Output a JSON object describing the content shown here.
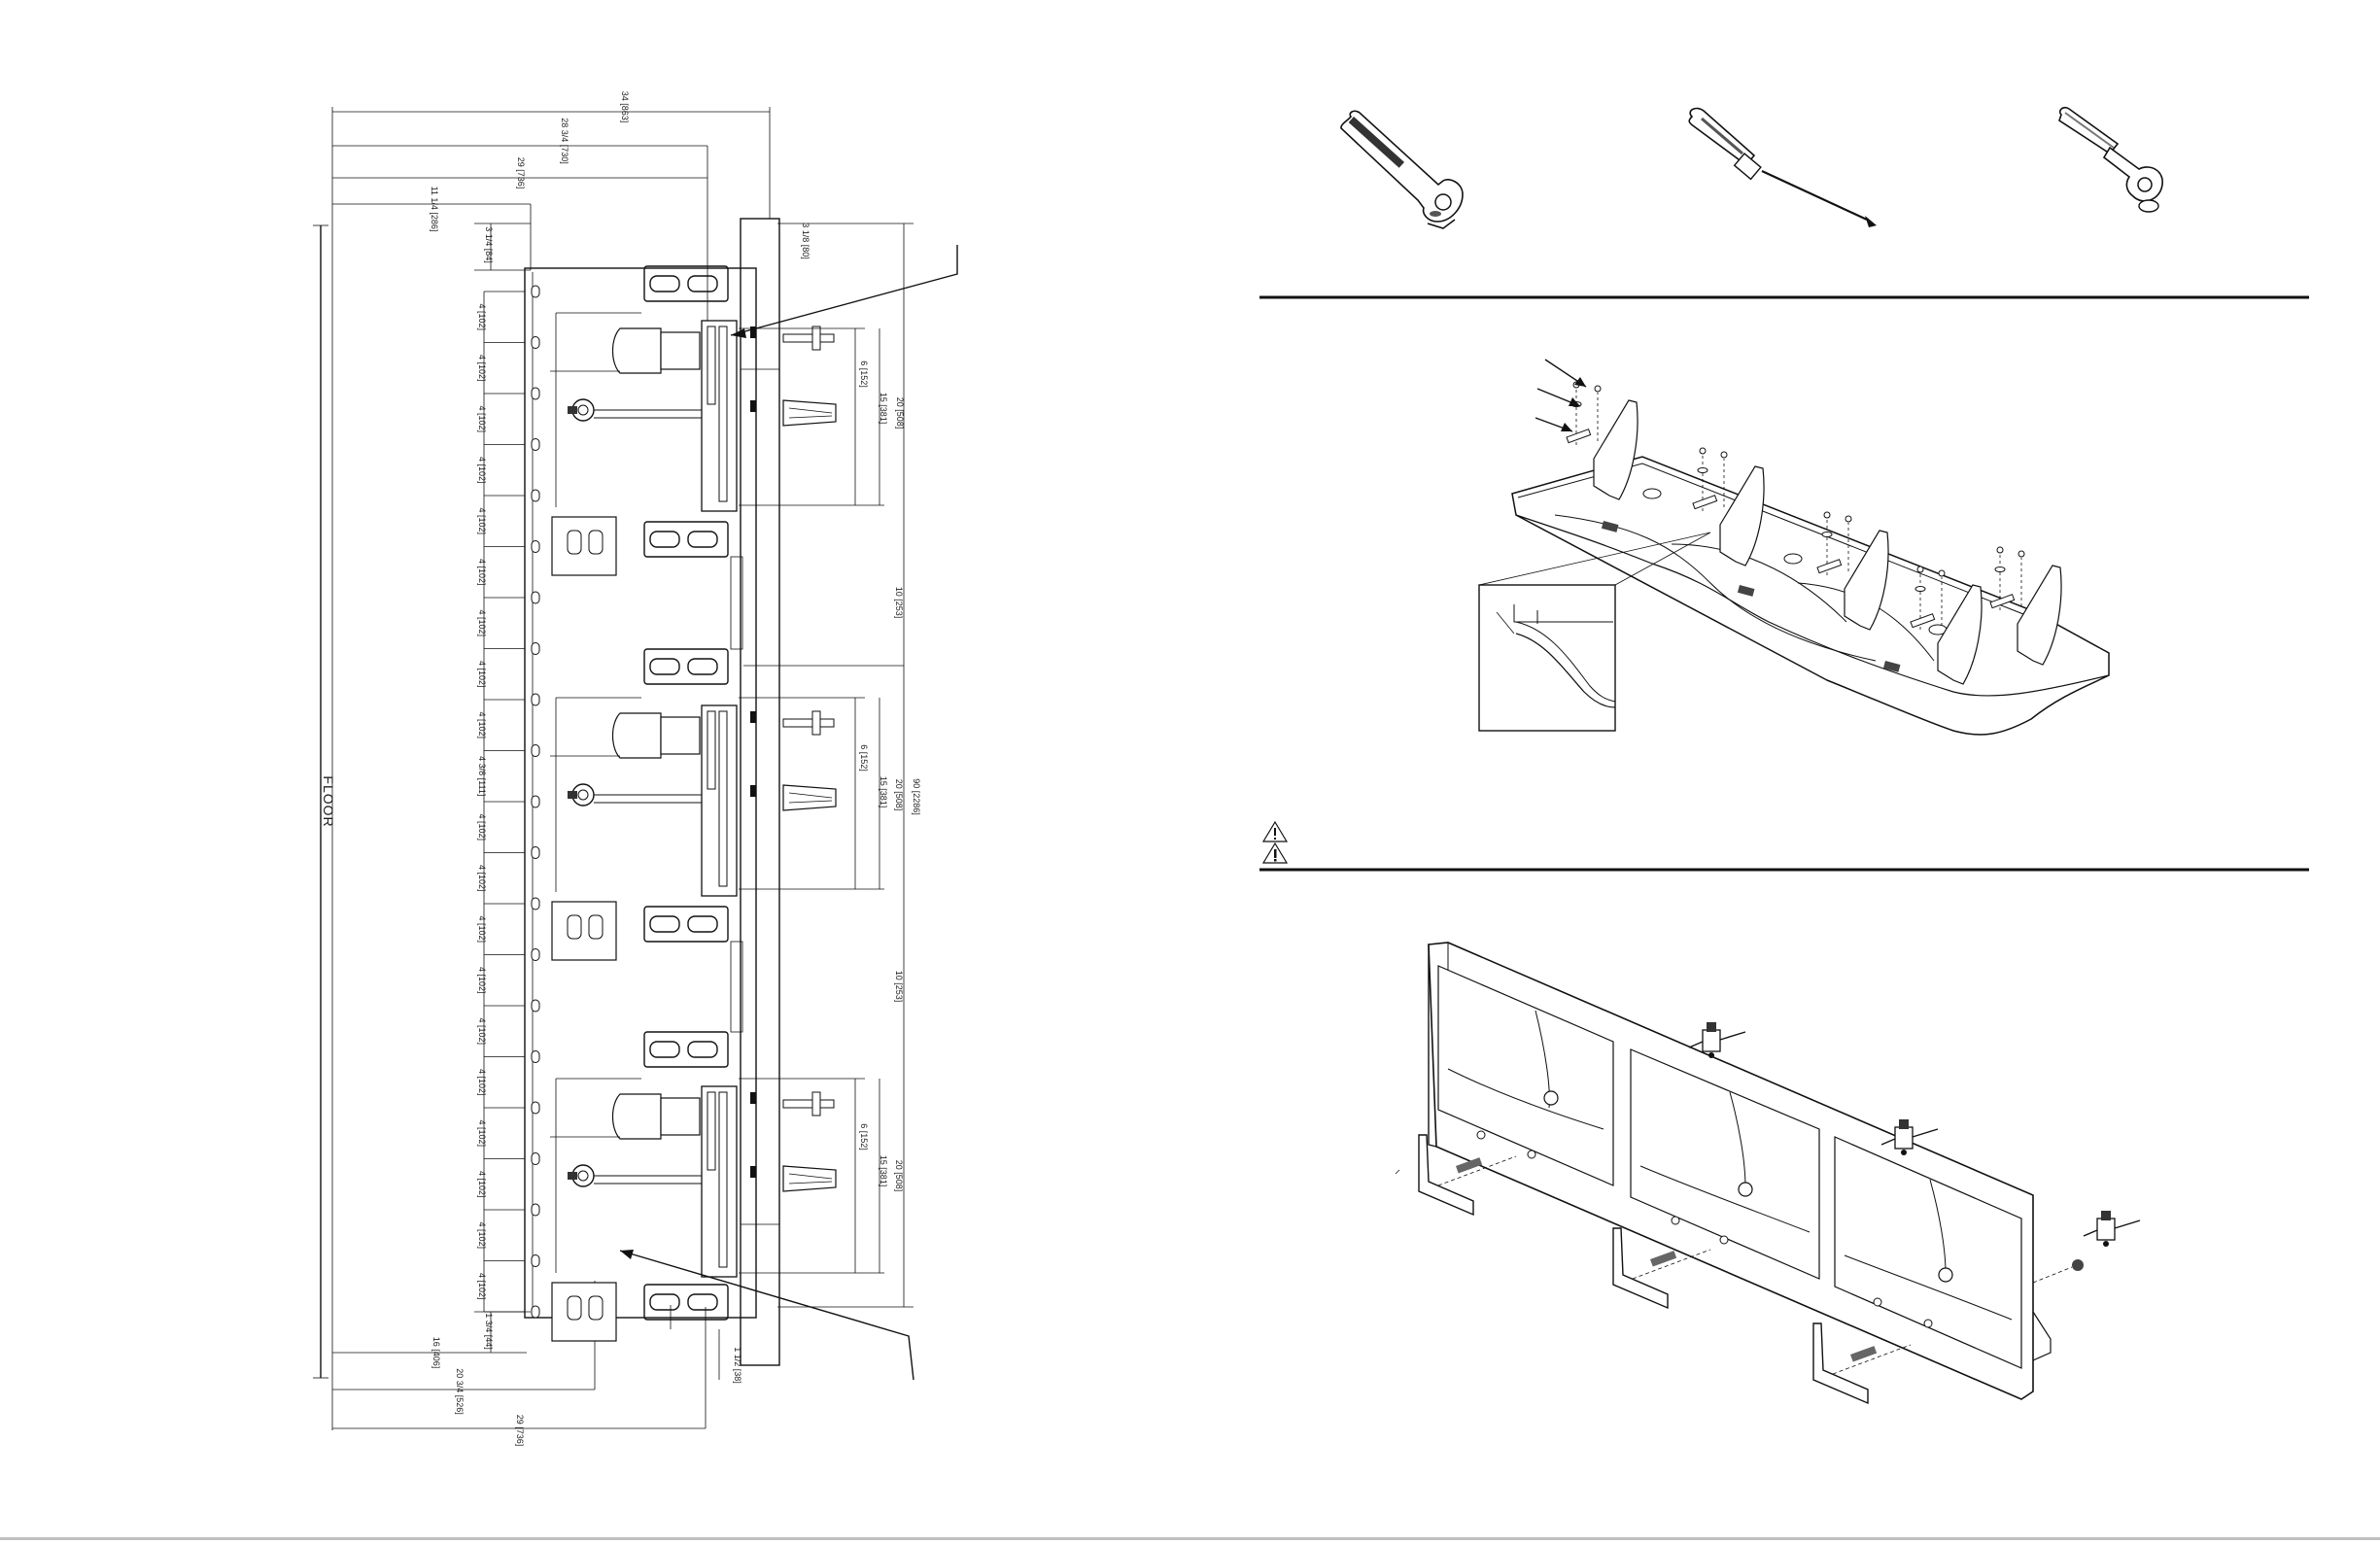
{
  "elevation": {
    "floor_label": "FLOOR",
    "dims_top": [
      "34 [863]",
      "28 3/4 [730]",
      "29 [736]",
      "11 1/4 [286]",
      "3 1/4 [84]",
      "3 1/8 [80]"
    ],
    "dims_bottom": [
      "16 [406]",
      "20 3/4 [526]",
      "29 [736]",
      "1 3/4 [44]",
      "1 1/2 [38]"
    ],
    "dims_right": [
      "20 [508]",
      "6 [152]",
      "15 [381]",
      "10 [253]",
      "20 [508]",
      "6 [152]",
      "15 [381]",
      "90 [2286]",
      "10 [253]",
      "20 [508]",
      "6 [152]",
      "15 [381]"
    ],
    "stud_spacing_labels": [
      "4 [102]",
      "4 [102]",
      "4 [102]",
      "4 [102]",
      "4 [102]",
      "4 [102]",
      "4 [102]",
      "4 [102]",
      "4 [102]",
      "4 3/8 [111]",
      "4 [102]",
      "4 [102]",
      "4 [102]",
      "4 [102]",
      "4 [102]",
      "4 [102]",
      "4 [102]",
      "4 [102]",
      "4 [102]",
      "4 [102]"
    ]
  },
  "tools": [
    {
      "name": "adjustable wrench",
      "icon": "wrench-icon"
    },
    {
      "name": "screwdriver",
      "icon": "screwdriver-icon"
    },
    {
      "name": "socket wrench",
      "icon": "socket-wrench-icon"
    }
  ],
  "warning": {
    "icon": "warning-triangle-icon"
  }
}
